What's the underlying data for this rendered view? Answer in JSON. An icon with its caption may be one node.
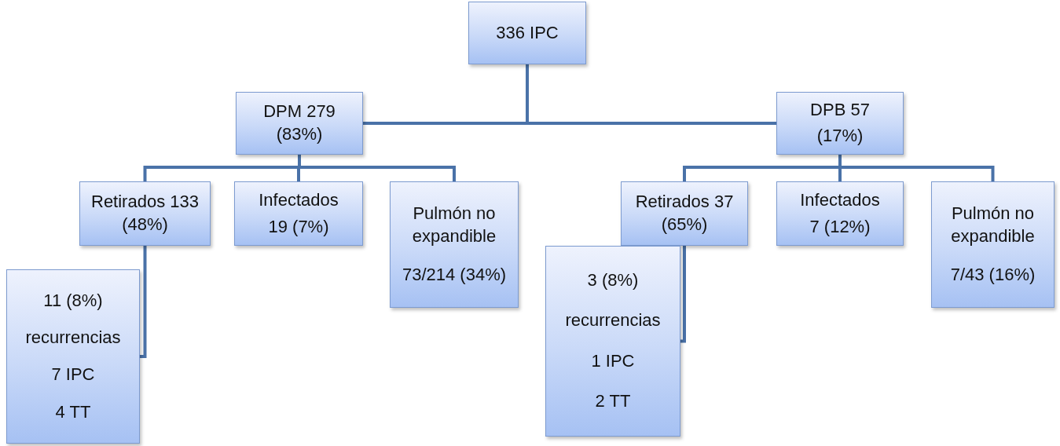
{
  "diagram": {
    "nodes": [
      {
        "text": [
          "336 IPC"
        ]
      },
      {
        "text": [
          "DPM 279 (83%)"
        ]
      },
      {
        "text": [
          "DPB 57",
          "(17%)"
        ]
      },
      {
        "text": [
          "Retirados 133 (48%)"
        ]
      },
      {
        "text": [
          "Infectados",
          "19 (7%)"
        ]
      },
      {
        "text": [
          "Pulmón no expandible",
          "73/214 (34%)"
        ]
      },
      {
        "text": [
          "11 (8%)",
          "recurrencias",
          "7 IPC",
          "4 TT"
        ]
      },
      {
        "text": [
          "Retirados 37",
          "(65%)"
        ]
      },
      {
        "text": [
          "Infectados",
          "7 (12%)"
        ]
      },
      {
        "text": [
          "Pulmón no expandible",
          "7/43 (16%)"
        ]
      },
      {
        "text": [
          "3 (8%)",
          "recurrencias",
          "1 IPC",
          "2 TT"
        ]
      }
    ],
    "edges": [
      {
        "from": 0,
        "to": 1,
        "arrow": "none"
      },
      {
        "from": 0,
        "to": 2,
        "arrow": "none"
      },
      {
        "from": 1,
        "to": 3,
        "arrow": "none"
      },
      {
        "from": 1,
        "to": 4,
        "arrow": "none"
      },
      {
        "from": 1,
        "to": 5,
        "arrow": "none"
      },
      {
        "from": 3,
        "to": 6,
        "arrow": "none"
      },
      {
        "from": 2,
        "to": 7,
        "arrow": "none"
      },
      {
        "from": 2,
        "to": 8,
        "arrow": "none"
      },
      {
        "from": 2,
        "to": 9,
        "arrow": "none"
      },
      {
        "from": 7,
        "to": 10,
        "arrow": "none"
      }
    ]
  }
}
